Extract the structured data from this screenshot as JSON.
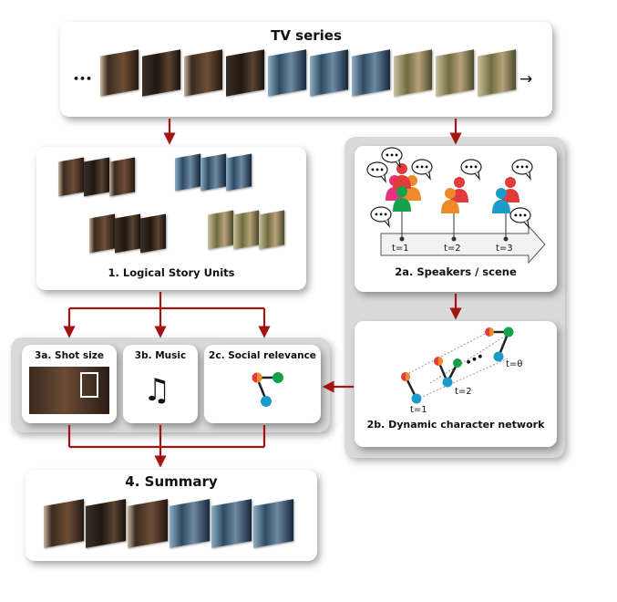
{
  "tv_series": {
    "title": "TV series",
    "ellipsis": "•••"
  },
  "logical_story_units": {
    "label": "1. Logical Story Units"
  },
  "speakers_scene": {
    "label": "2a. Speakers / scene",
    "timeline": [
      "t=1",
      "t=2",
      "t=3"
    ],
    "bubble_text": "•••"
  },
  "dynamic_network": {
    "label": "2b. Dynamic character network",
    "t1": "t=1",
    "t2": "t=2",
    "ttheta": "t=θ",
    "dots": "•••"
  },
  "shot_size": {
    "label": "3a. Shot size"
  },
  "music": {
    "label": "3b. Music"
  },
  "social_relevance": {
    "label": "2c. Social relevance"
  },
  "summary": {
    "label": "4. Summary"
  },
  "colors": {
    "arrow": "#a31515",
    "red": "#e23b3b",
    "orange": "#ef8a2a",
    "green": "#13a24a",
    "blue": "#1b9bc8",
    "pink": "#e8327f"
  }
}
